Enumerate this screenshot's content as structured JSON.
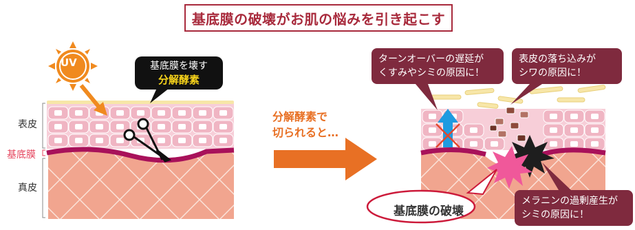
{
  "title": "基底膜の破壊がお肌の悩みを引き起こす",
  "labels": {
    "epidermis": "表皮",
    "basement_membrane": "基底膜",
    "dermis": "真皮"
  },
  "uv_label": "UV",
  "enzyme_callout": {
    "line1": "基底膜を壊す",
    "line2": "分解酵素"
  },
  "middle_text": {
    "line1": "分解酵素で",
    "line2": "切られると…"
  },
  "callouts": {
    "turnover": {
      "line1": "ターンオーバーの遅延が",
      "line2": "くすみやシミの原因に！"
    },
    "wrinkle": {
      "line1": "表皮の落ち込みが",
      "line2": "シワの原因に！"
    },
    "melanin": {
      "line1": "メラニンの過剰産生が",
      "line2": "シミの原因に！"
    }
  },
  "destruction_label": "基底膜の破壊",
  "colors": {
    "title_red": "#a82a3c",
    "cell_pink": "#f0b5c3",
    "basement_magenta": "#a8115a",
    "dermis_salmon": "#f1a58f",
    "arrow_orange": "#e87024",
    "callout_maroon": "#7f2a3e",
    "sun_orange": "#f08a1f",
    "up_arrow_blue": "#1e9be0",
    "burst_pink": "#f0589a",
    "burst_black": "#1e1e1e"
  },
  "icons": [
    "sun-icon",
    "scissors-icon",
    "right-arrow-icon",
    "up-arrow-icon",
    "cross-mark-icon",
    "burst-icon"
  ]
}
